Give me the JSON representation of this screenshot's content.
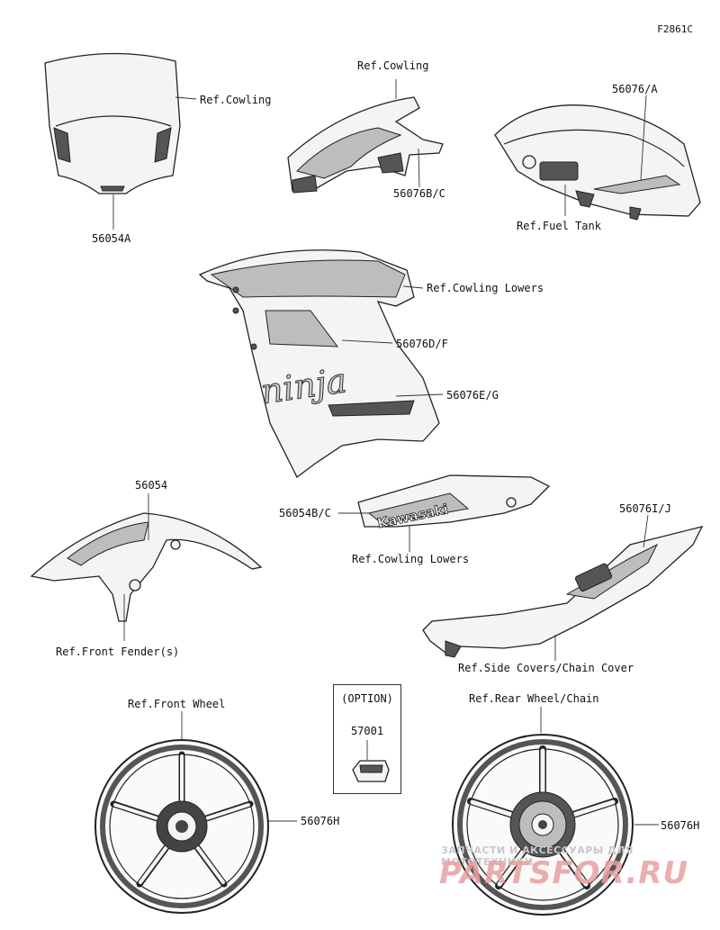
{
  "figure_id": "F2861C",
  "labels": {
    "windshield_ref": "Ref.Cowling",
    "windshield_part": "56054A",
    "upper_cowl_ref": "Ref.Cowling",
    "upper_cowl_part": "56076B/C",
    "tank_part": "56076/A",
    "tank_ref": "Ref.Fuel Tank",
    "cowl_lower_ref": "Ref.Cowling Lowers",
    "side_part_1": "56076D/F",
    "side_part_2": "56076E/G",
    "fender_part": "56054",
    "fender_ref": "Ref.Front Fender(s)",
    "lower_part": "56054B/C",
    "lower_ref": "Ref.Cowling Lowers",
    "tail_part": "56076I/J",
    "tail_ref": "Ref.Side Covers/Chain Cover",
    "option_title": "(OPTION)",
    "option_part": "57001",
    "front_wheel_ref": "Ref.Front Wheel",
    "front_wheel_part": "56076H",
    "rear_wheel_ref": "Ref.Rear Wheel/Chain",
    "rear_wheel_part": "56076H"
  },
  "decal_text": {
    "brand": "Kawasaki",
    "model": "ninja"
  },
  "watermark": {
    "line1": "ЗАПЧАСТИ И АКСЕССУАРЫ ДЛЯ МОТОТЕХНИКИ",
    "line2": "PARTSFOR.RU"
  },
  "colors": {
    "line": "#222222",
    "watermark_red": "#e8a0a0",
    "watermark_gray": "#c9c9c9"
  }
}
